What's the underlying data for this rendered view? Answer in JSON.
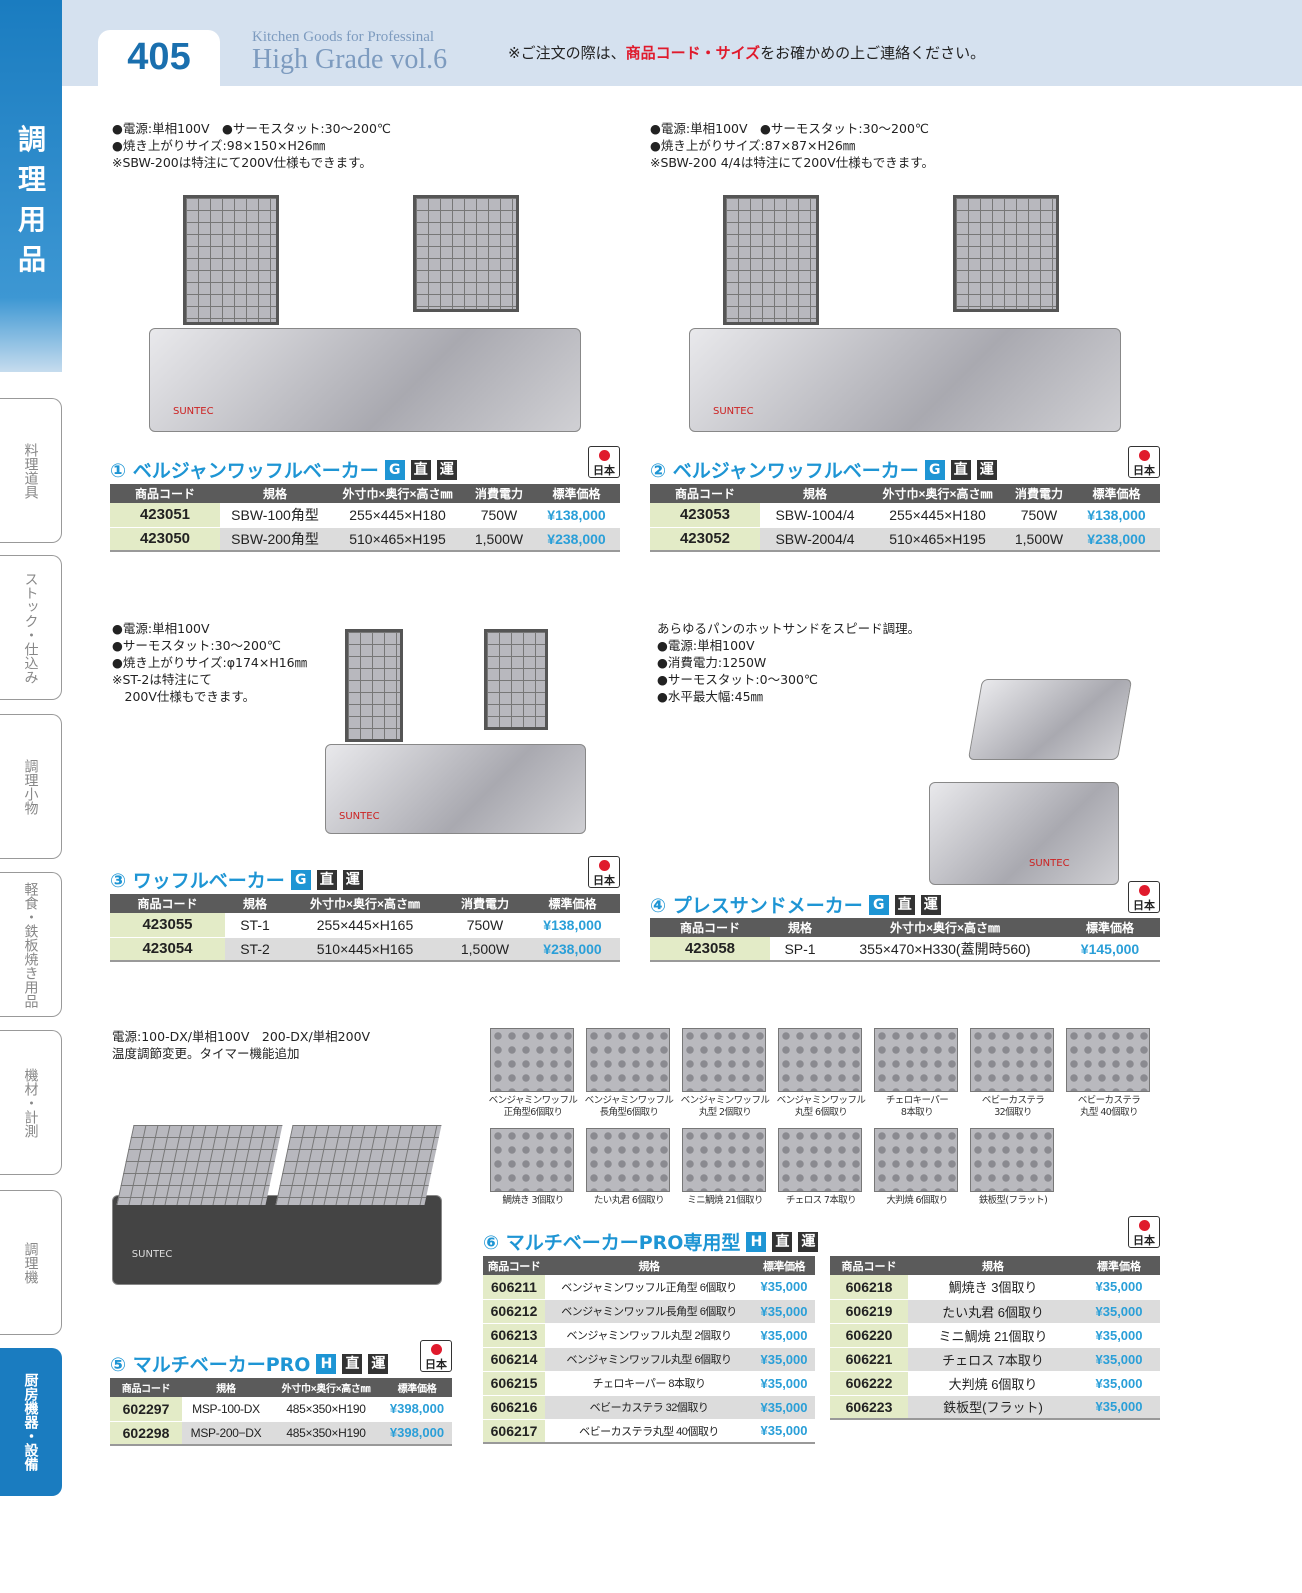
{
  "header": {
    "page_number": "405",
    "brand_line1": "Kitchen Goods for Professinal",
    "brand_line2": "High Grade vol.6",
    "notice_pre": "※ご注文の際は、",
    "notice_red": "商品コード・サイズ",
    "notice_post": "をお確かめの上ご連絡ください。"
  },
  "sidebar": {
    "category": "調理用品",
    "tabs": [
      "料理道具",
      "ストック・仕込み",
      "調理小物",
      "軽食・鉄板焼き用品",
      "機材・計測",
      "調理機",
      "厨房機器・設備"
    ],
    "active_index": 6
  },
  "origin_label": "日本",
  "brand_logo": "SUNTEC",
  "products": [
    {
      "title": "① ベルジャンワッフルベーカー",
      "badges": [
        "G",
        "直",
        "運"
      ],
      "notes": "●電源:単相100V　●サーモスタット:30～200℃\n●焼き上がりサイズ:98×150×H26㎜\n※SBW-200は特注にて200V仕様もできます。",
      "columns": [
        "商品コード",
        "規格",
        "外寸巾×奥行×高さ㎜",
        "消費電力",
        "標準価格"
      ],
      "rows": [
        [
          "423051",
          "SBW-100角型",
          "255×445×H180",
          "750W",
          "¥138,000"
        ],
        [
          "423050",
          "SBW-200角型",
          "510×465×H195",
          "1,500W",
          "¥238,000"
        ]
      ]
    },
    {
      "title": "② ベルジャンワッフルベーカー",
      "badges": [
        "G",
        "直",
        "運"
      ],
      "notes": "●電源:単相100V　●サーモスタット:30～200℃\n●焼き上がりサイズ:87×87×H26㎜\n※SBW-200 4/4は特注にて200V仕様もできます。",
      "columns": [
        "商品コード",
        "規格",
        "外寸巾×奥行×高さ㎜",
        "消費電力",
        "標準価格"
      ],
      "rows": [
        [
          "423053",
          "SBW-1004/4",
          "255×445×H180",
          "750W",
          "¥138,000"
        ],
        [
          "423052",
          "SBW-2004/4",
          "510×465×H195",
          "1,500W",
          "¥238,000"
        ]
      ]
    },
    {
      "title": "③ ワッフルベーカー",
      "badges": [
        "G",
        "直",
        "運"
      ],
      "notes": "●電源:単相100V\n●サーモスタット:30～200℃\n●焼き上がりサイズ:φ174×H16㎜\n※ST-2は特注にて\n　200V仕様もできます。",
      "columns": [
        "商品コード",
        "規格",
        "外寸巾×奥行×高さ㎜",
        "消費電力",
        "標準価格"
      ],
      "rows": [
        [
          "423055",
          "ST-1",
          "255×445×H165",
          "750W",
          "¥138,000"
        ],
        [
          "423054",
          "ST-2",
          "510×445×H165",
          "1,500W",
          "¥238,000"
        ]
      ]
    },
    {
      "title": "④ プレスサンドメーカー",
      "badges": [
        "G",
        "直",
        "運"
      ],
      "notes": "あらゆるパンのホットサンドをスピード調理。\n●電源:単相100V\n●消費電力:1250W\n●サーモスタット:0～300℃\n●水平最大幅:45㎜",
      "columns": [
        "商品コード",
        "規格",
        "外寸巾×奥行×高さ㎜",
        "標準価格"
      ],
      "rows": [
        [
          "423058",
          "SP-1",
          "355×470×H330(蓋開時560)",
          "¥145,000"
        ]
      ]
    },
    {
      "title": "⑤ マルチベーカーPRO",
      "badges": [
        "H",
        "直",
        "運"
      ],
      "notes": "電源:100-DX/単相100V　200-DX/単相200V\n温度調節変更。タイマー機能追加",
      "columns": [
        "商品コード",
        "規格",
        "外寸巾×奥行×高さ㎜",
        "標準価格"
      ],
      "rows": [
        [
          "602297",
          "MSP-100-DX",
          "485×350×H190",
          "¥398,000"
        ],
        [
          "602298",
          "MSP-200−DX",
          "485×350×H190",
          "¥398,000"
        ]
      ]
    },
    {
      "title": "⑥ マルチベーカーPRO専用型",
      "badges": [
        "H",
        "直",
        "運"
      ],
      "columns": [
        "商品コード",
        "規格",
        "標準価格"
      ],
      "rows": [
        [
          "606211",
          "ベンジャミンワッフル正角型  6個取り",
          "¥35,000"
        ],
        [
          "606212",
          "ベンジャミンワッフル長角型  6個取り",
          "¥35,000"
        ],
        [
          "606213",
          "ベンジャミンワッフル丸型  2個取り",
          "¥35,000"
        ],
        [
          "606214",
          "ベンジャミンワッフル丸型  6個取り",
          "¥35,000"
        ],
        [
          "606215",
          "チェロキーパー  8本取り",
          "¥35,000"
        ],
        [
          "606216",
          "ベビーカステラ  32個取り",
          "¥35,000"
        ],
        [
          "606217",
          "ベビーカステラ丸型  40個取り",
          "¥35,000"
        ]
      ],
      "rows2": [
        [
          "606218",
          "鯛焼き  3個取り",
          "¥35,000"
        ],
        [
          "606219",
          "たい丸君  6個取り",
          "¥35,000"
        ],
        [
          "606220",
          "ミニ鯛焼  21個取り",
          "¥35,000"
        ],
        [
          "606221",
          "チェロス  7本取り",
          "¥35,000"
        ],
        [
          "606222",
          "大判焼  6個取り",
          "¥35,000"
        ],
        [
          "606223",
          "鉄板型(フラット)",
          "¥35,000"
        ]
      ],
      "plates": [
        "ベンジャミンワッフル\n正角型6個取り",
        "ベンジャミンワッフル\n長角型6個取り",
        "ベンジャミンワッフル\n丸型 2個取り",
        "ベンジャミンワッフル\n丸型 6個取り",
        "チェロキーパー\n8本取り",
        "ベビーカステラ\n32個取り",
        "ベビーカステラ\n丸型 40個取り",
        "鯛焼き 3個取り",
        "たい丸君 6個取り",
        "ミニ鯛焼 21個取り",
        "チェロス 7本取り",
        "大判焼 6個取り",
        "鉄板型(フラット)"
      ]
    }
  ]
}
